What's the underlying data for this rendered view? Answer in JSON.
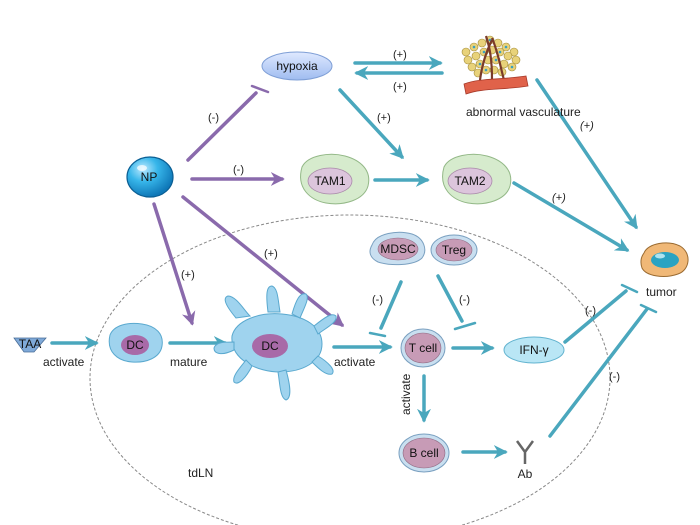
{
  "colors": {
    "teal_arrow": "#4aa7bd",
    "purple_arrow": "#8a6aac",
    "np_fill": "#2fb0e6",
    "hypoxia_fill": "#b8cff5",
    "tam_fill": "#d6ebcd",
    "tam_nucleus": "#dcc5dc",
    "lymph_cell_fill": "#c9dff0",
    "lymph_nucleus": "#c79bb6",
    "dc_fill": "#9fd3ee",
    "dc_nucleus": "#a86aa8",
    "tumor_fill": "#f0b877",
    "tumor_nucleus": "#2aa3c2",
    "ifn_fill": "#b9e6f5",
    "dashed_region": "#888888"
  },
  "nodes": {
    "hypoxia": "hypoxia",
    "abnormal_vasculature": "abnormal vasculature",
    "np": "NP",
    "tam1": "TAM1",
    "tam2": "TAM2",
    "mdsc": "MDSC",
    "treg": "Treg",
    "tumor": "tumor",
    "taa": "TAA",
    "dc_immature": "DC",
    "dc_mature": "DC",
    "t_cell": "T cell",
    "ifn_gamma": "IFN-γ",
    "b_cell": "B cell",
    "ab": "Ab",
    "tdln": "tdLN"
  },
  "edge_labels": {
    "hypoxia_to_vasc": "(+)",
    "vasc_to_hypoxia": "(+)",
    "np_to_hypoxia": "(-)",
    "hypoxia_to_tam2": "(+)",
    "vasc_to_tumor": "(+)",
    "np_to_tam1": "(-)",
    "tam2_to_tumor": "(+)",
    "np_to_dc": "(+)",
    "np_to_tcell": "(+)",
    "mdsc_to_tcell": "(-)",
    "treg_to_ifn": "(-)",
    "ifn_to_tumor": "(-)",
    "ab_to_tumor": "(-)",
    "taa_to_dc": "activate",
    "dc_to_dc": "mature",
    "dc_to_tcell": "activate",
    "tcell_to_bcell": "activate"
  }
}
